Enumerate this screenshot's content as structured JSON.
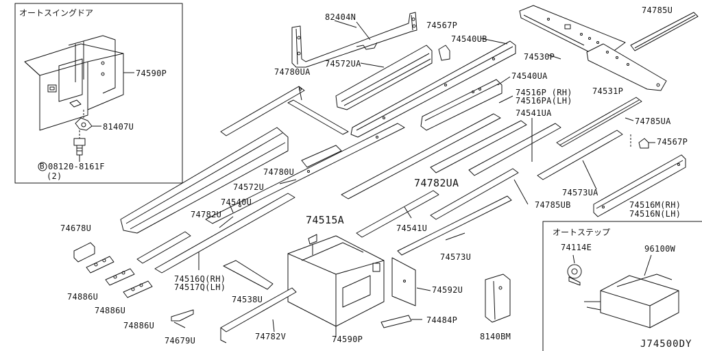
{
  "inset_boxes": {
    "auto_swing_door": {
      "title": "オートスイングドア"
    },
    "auto_step": {
      "title": "オートステップ"
    }
  },
  "diagram_code": "J74500DY",
  "parts": {
    "p74590P_a": "74590P",
    "p81407U": "81407U",
    "p08120": "08120-8161F",
    "p08120_qty": "(2)",
    "p08120_marker": "B",
    "p82404N": "82404N",
    "p74567P_a": "74567P",
    "p74540UB": "74540UB",
    "p74572UA": "74572UA",
    "p74780UA": "74780UA",
    "p74530P": "74530P",
    "p74785U": "74785U",
    "p74540UA": "74540UA",
    "p74516P": "74516P (RH)",
    "p74516PA": "74516PA(LH)",
    "p74531P": "74531P",
    "p74541UA": "74541UA",
    "p74785UA": "74785UA",
    "p74567P_b": "74567P",
    "p74780U": "74780U",
    "p74572U": "74572U",
    "p74782UA": "74782UA",
    "p74573UA": "74573UA",
    "p74785UB": "74785UB",
    "p74516M": "74516M(RH)",
    "p74516N": "74516N(LH)",
    "p74540U": "74540U",
    "p74782U": "74782U",
    "p74678U": "74678U",
    "p74515A": "74515A",
    "p74541U": "74541U",
    "p74573U": "74573U",
    "p74516Q": "74516Q(RH)",
    "p74517Q": "74517Q(LH)",
    "p74538U": "74538U",
    "p74592U": "74592U",
    "p74886U_a": "74886U",
    "p74886U_b": "74886U",
    "p74886U_c": "74886U",
    "p74484P": "74484P",
    "p74679U": "74679U",
    "p74782V": "74782V",
    "p74590P_b": "74590P",
    "p8140BM": "8140BM",
    "p74114E": "74114E",
    "p96100W": "96100W"
  }
}
